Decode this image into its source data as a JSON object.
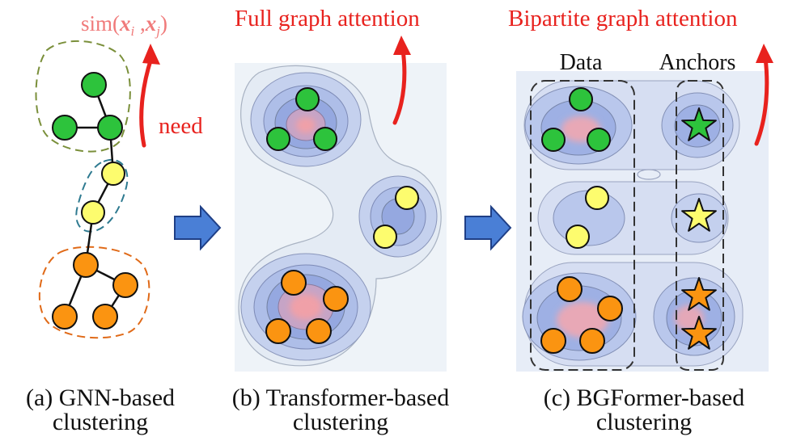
{
  "colors": {
    "red": "#e8221e",
    "green": "#2dc33c",
    "yellow": "#fdfc6e",
    "orange": "#fb9411",
    "arrow_blue": "#4a7fd6",
    "contour_blue": "#5a6fd0",
    "core_pink": "#f08f98"
  },
  "panel_a": {
    "sim_label": "sim(",
    "sim_x1": "x",
    "sim_sub1": "i",
    "sim_comma": " ,",
    "sim_x2": "x",
    "sim_sub2": "j",
    "sim_close": ")",
    "need_label": "need",
    "caption_line1": "(a) GNN-based",
    "caption_line2": "clustering"
  },
  "panel_b": {
    "title": "Full graph attention",
    "caption_line1": "(b) Transformer-based",
    "caption_line2": "clustering"
  },
  "panel_c": {
    "title": "Bipartite graph attention",
    "data_label": "Data",
    "anchors_label": "Anchors",
    "caption_line1": "(c) BGFormer-based",
    "caption_line2": "clustering"
  },
  "icons": [
    "right-arrow-icon",
    "curved-up-arrow-icon",
    "star-icon"
  ]
}
